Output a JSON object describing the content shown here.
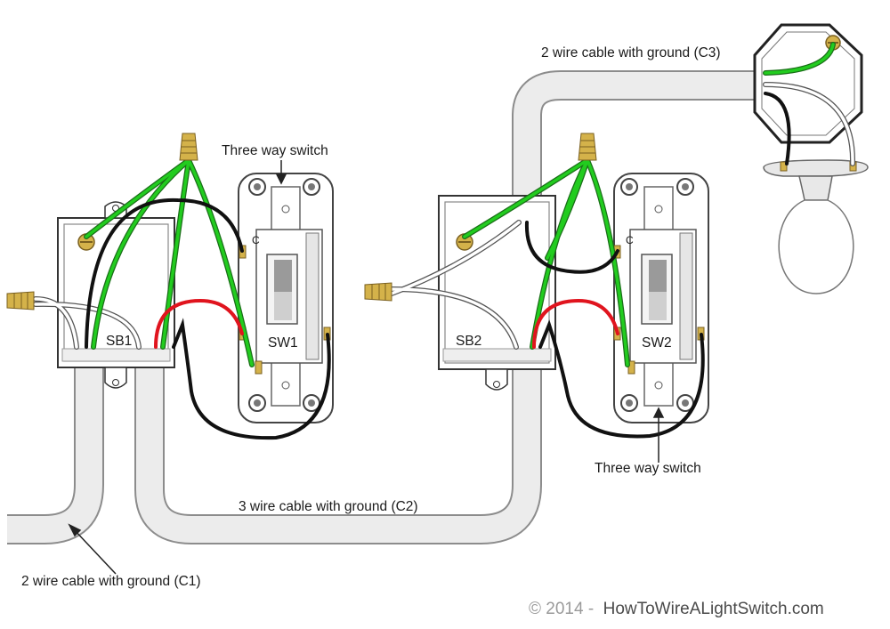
{
  "labels": {
    "cable_c1": "2 wire cable with ground (C1)",
    "cable_c2": "3 wire cable with ground (C2)",
    "cable_c3": "2 wire cable with ground (C3)",
    "three_way_top": "Three way switch",
    "three_way_bottom": "Three way switch",
    "sb1": "SB1",
    "sb2": "SB2",
    "sw1": "SW1",
    "sw2": "SW2",
    "common_1": "C",
    "common_2": "C"
  },
  "copyright": {
    "year_text": "© 2014 -",
    "site": "HowToWireALightSwitch.com"
  },
  "colors": {
    "ground": "#21c51d",
    "hot": "#111111",
    "traveler_red": "#e0141e",
    "neutral": "#ffffff",
    "conduit": "#e9e9e9",
    "conduit_edge": "#8c8c8c",
    "brass": "#c8a23a"
  }
}
